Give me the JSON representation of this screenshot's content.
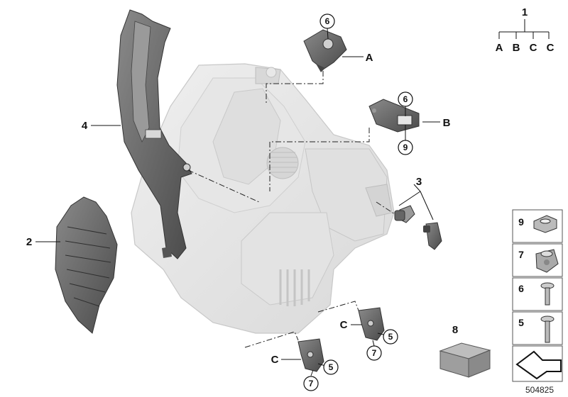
{
  "diagram": {
    "part_labels": {
      "p1": "1",
      "p2": "2",
      "p3": "3",
      "p4": "4",
      "p8": "8"
    },
    "letter_labels": {
      "A": "A",
      "B": "B",
      "C_left": "C",
      "C_right": "C"
    },
    "tree": {
      "root": "1",
      "children": [
        "A",
        "B",
        "C",
        "C"
      ]
    },
    "callouts": {
      "a_six": "6",
      "b_six": "6",
      "b_nine": "9",
      "c1_five": "5",
      "c1_seven": "7",
      "c2_five": "5",
      "c2_seven": "7"
    },
    "fastener_table": {
      "rows": [
        {
          "number": "9",
          "icon": "clip-nut-icon"
        },
        {
          "number": "7",
          "icon": "expanding-nut-icon"
        },
        {
          "number": "6",
          "icon": "short-screw-icon"
        },
        {
          "number": "5",
          "icon": "long-screw-icon"
        }
      ]
    },
    "doc_number": "504825"
  }
}
